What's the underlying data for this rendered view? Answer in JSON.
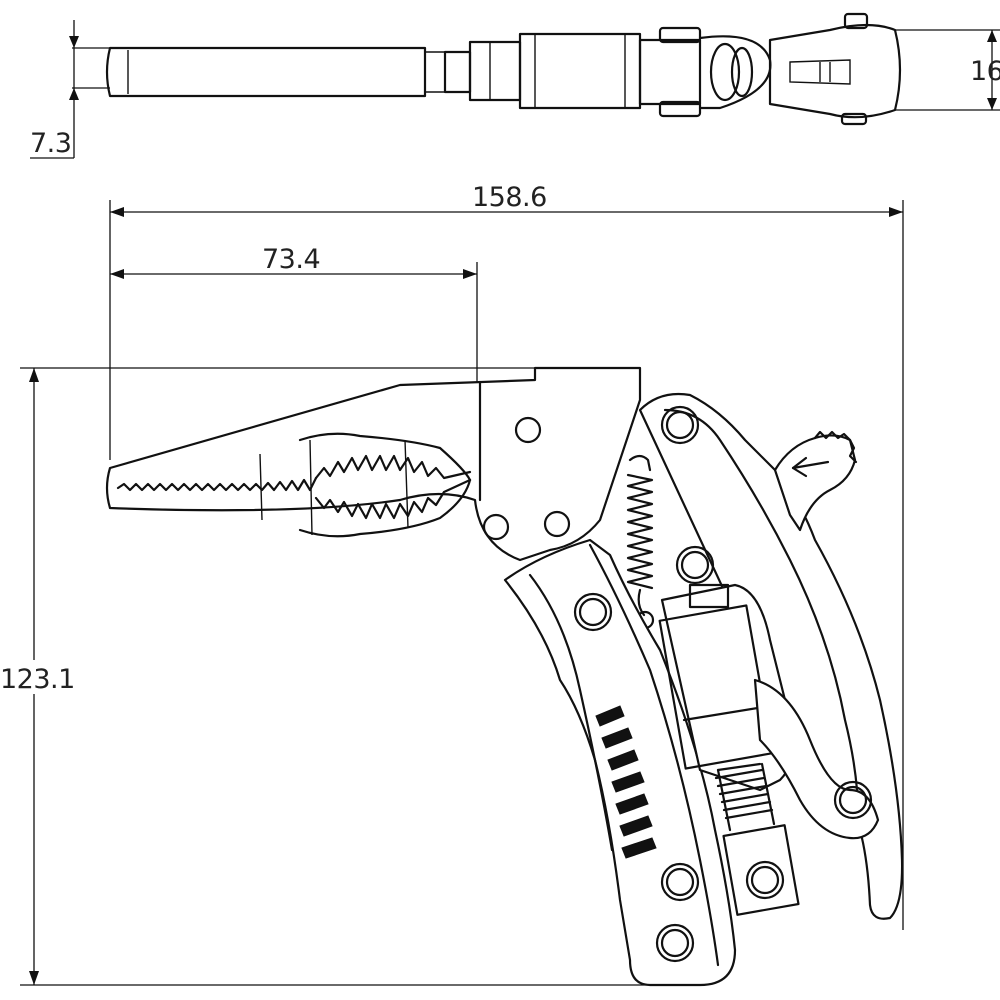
{
  "dimensions": {
    "jaw_thickness": "7.3",
    "width": "16",
    "overall_length": "158.6",
    "jaw_length": "73.4",
    "height": "123.1"
  }
}
